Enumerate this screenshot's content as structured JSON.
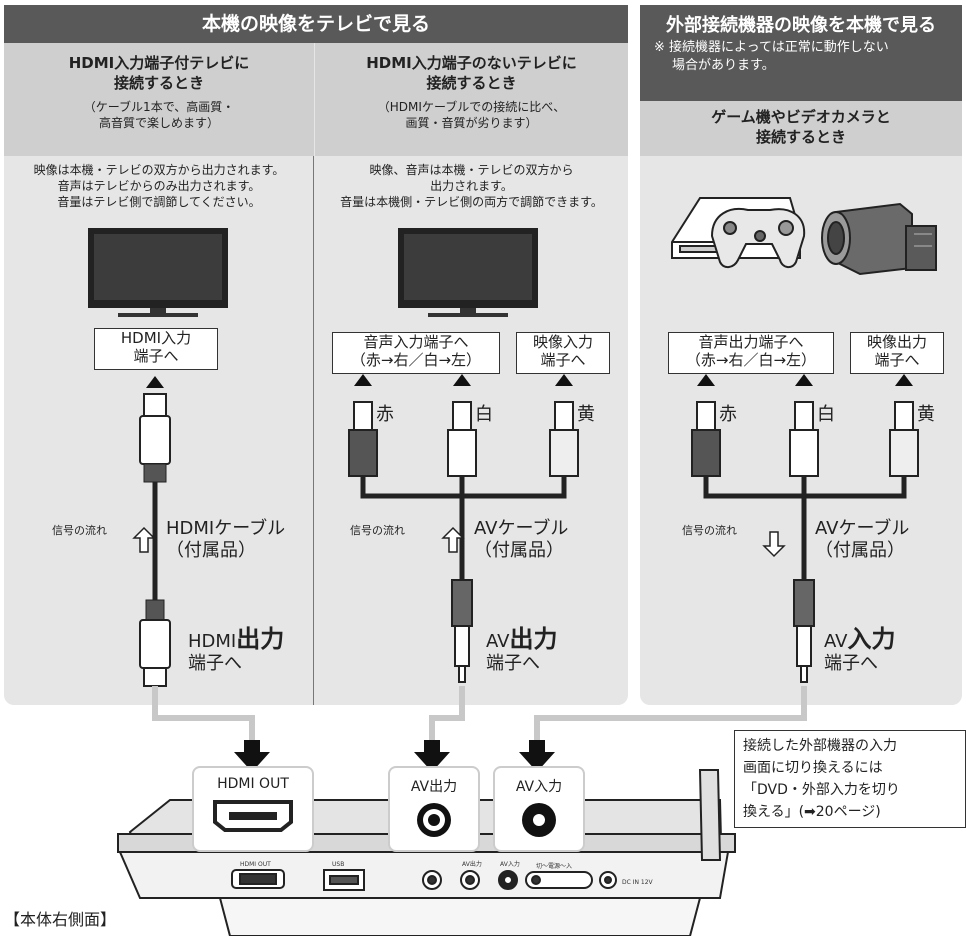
{
  "left_panel": {
    "header": "本機の映像をテレビで見る",
    "col1": {
      "title_l1": "HDMI入力端子付テレビに",
      "title_l2": "接続するとき",
      "sub_l1": "（ケーブル1本で、高画質・",
      "sub_l2": "高音質で楽しめます）",
      "desc_l1": "映像は本機・テレビの双方から出力されます。",
      "desc_l2": "音声はテレビからのみ出力されます。",
      "desc_l3": "音量はテレビ側で調節してください。",
      "input_box_l1": "HDMI入力",
      "input_box_l2": "端子へ",
      "flow": "信号の流れ",
      "cable_l1": "HDMIケーブル",
      "cable_l2": "（付属品）",
      "out_prefix": "HDMI",
      "out_bold": "出力",
      "out_l2": "端子へ"
    },
    "col2": {
      "title_l1": "HDMI入力端子のないテレビに",
      "title_l2": "接続するとき",
      "sub_l1": "（HDMIケーブルでの接続に比べ、",
      "sub_l2": "画質・音質が劣ります）",
      "desc_l1": "映像、音声は本機・テレビの双方から",
      "desc_l2": "出力されます。",
      "desc_l3": "音量は本機側・テレビ側の両方で調節できます。",
      "audio_box_l1": "音声入力端子へ",
      "audio_box_l2": "（赤→右／白→左）",
      "video_box_l1": "映像入力",
      "video_box_l2": "端子へ",
      "red": "赤",
      "white": "白",
      "yellow": "黄",
      "flow": "信号の流れ",
      "cable_l1": "AVケーブル",
      "cable_l2": "（付属品）",
      "out_prefix": "AV",
      "out_bold": "出力",
      "out_l2": "端子へ"
    }
  },
  "right_panel": {
    "header": "外部接続機器の映像を本機で見る",
    "note_l1": "※ 接続機器によっては正常に動作しない",
    "note_l2": "場合があります。",
    "title_l1": "ゲーム機やビデオカメラと",
    "title_l2": "接続するとき",
    "audio_box_l1": "音声出力端子へ",
    "audio_box_l2": "（赤→右／白→左）",
    "video_box_l1": "映像出力",
    "video_box_l2": "端子へ",
    "red": "赤",
    "white": "白",
    "yellow": "黄",
    "flow": "信号の流れ",
    "cable_l1": "AVケーブル",
    "cable_l2": "（付属品）",
    "in_prefix": "AV",
    "in_bold": "入力",
    "in_l2": "端子へ"
  },
  "device": {
    "port_hdmi": "HDMI OUT",
    "port_av_out": "AV出力",
    "port_av_in": "AV入力",
    "small_hdmi": "HDMI OUT",
    "small_usb": "USB",
    "small_av_out": "AV出力",
    "small_av_in": "AV入力",
    "small_switch": "切～電源～入",
    "small_dc": "DC IN 12V",
    "side_label": "【本体右側面】"
  },
  "side_note": {
    "l1": "接続した外部機器の入力",
    "l2": "画面に切り換えるには",
    "l3": "「DVD・外部入力を切り",
    "l4": "換える」(➡20ページ)"
  },
  "colors": {
    "panel": "#e6e6e6",
    "header": "#595959",
    "subheader": "#cfcfcf",
    "wire": "#c8c8c8"
  }
}
